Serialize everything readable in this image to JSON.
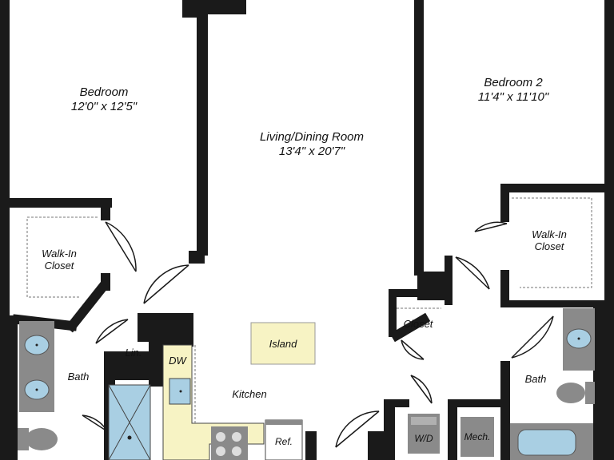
{
  "rooms": {
    "bedroom": {
      "name": "Bedroom",
      "size": "12'0\" x 12'5\""
    },
    "living": {
      "name": "Living/Dining Room",
      "size": "13'4\" x 20'7\""
    },
    "bedroom2": {
      "name": "Bedroom 2",
      "size": "11'4\" x 11'10\""
    },
    "walkin1": {
      "line1": "Walk-In",
      "line2": "Closet"
    },
    "walkin2": {
      "line1": "Walk-In",
      "line2": "Closet"
    },
    "closet": "Closet",
    "linen": "Lin.",
    "bath1": "Bath",
    "bath2": "Bath",
    "island": "Island",
    "kitchen": "Kitchen",
    "dw": "DW",
    "ref": "Ref.",
    "wd": "W/D",
    "mech": "Mech."
  },
  "colors": {
    "wall": "#1a1a1a",
    "fixture": "#8a8a8a",
    "water": "#a9cfe3",
    "island": "#f7f3c4",
    "counter": "#f7f3c4"
  }
}
